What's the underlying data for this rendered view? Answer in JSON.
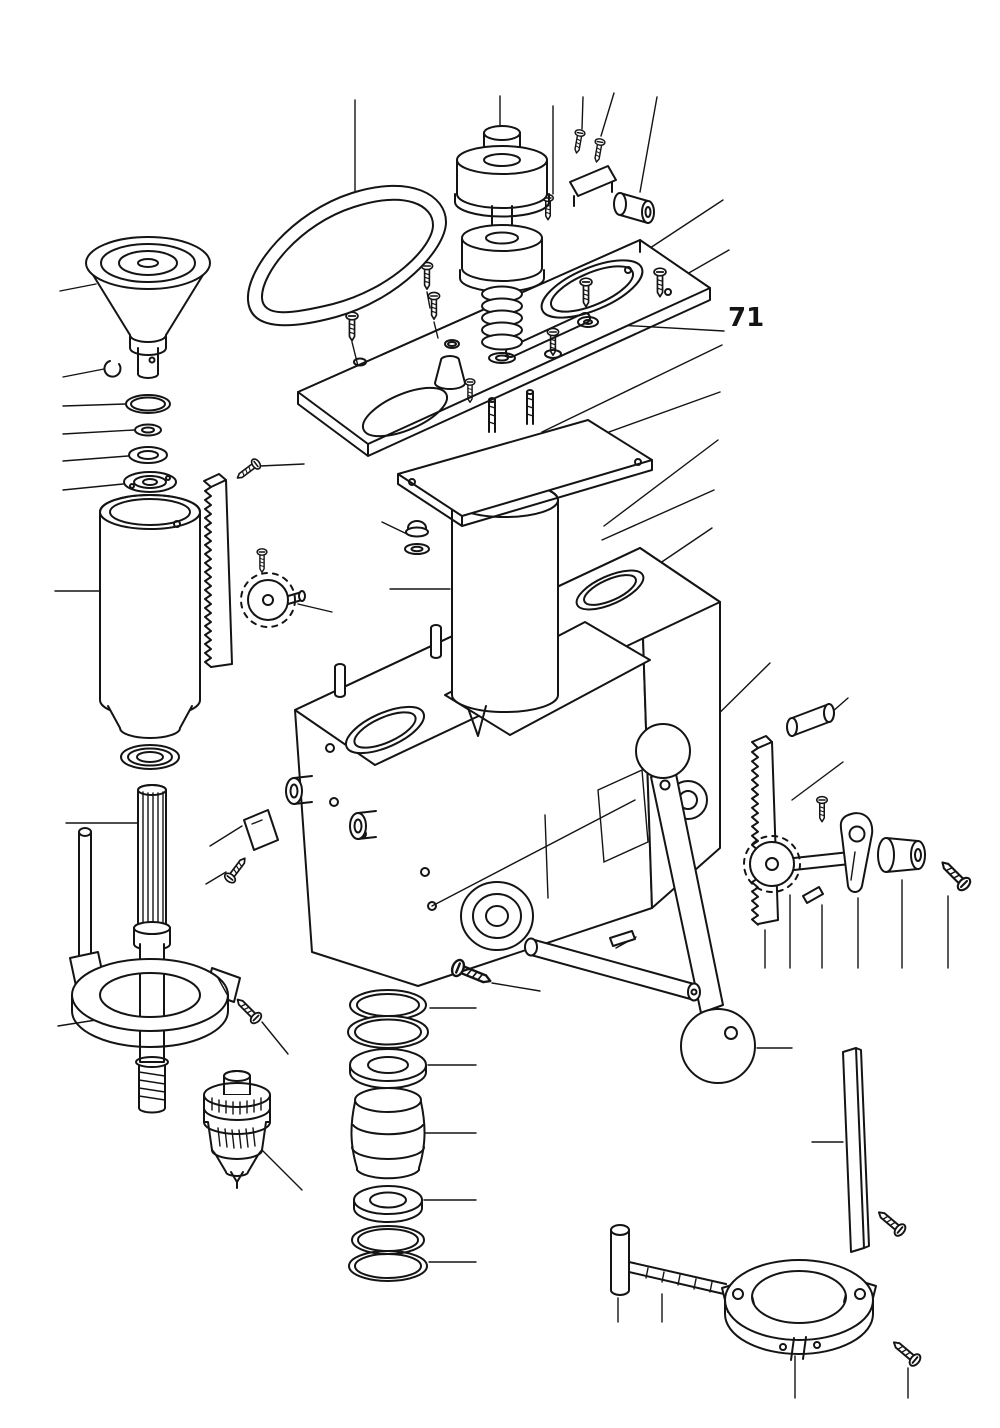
{
  "figure": {
    "callout_71": "71",
    "ink": "#141414",
    "paper": "#ffffff"
  },
  "parts": [
    "drive-belt",
    "spindle-pulley-assembly",
    "return-spring",
    "motor-plate",
    "head-cap-plate",
    "quill-tube",
    "head-casting",
    "cone-pulley",
    "retaining-clip",
    "spacer-rings",
    "quill-sleeve",
    "sleeve-bearing",
    "splined-spindle",
    "column-clamp",
    "drill-chuck",
    "bearing-stack",
    "feed-handle-assembly",
    "drift-bar",
    "rack-strip-left",
    "pinion-gear-left",
    "rack-strip-right",
    "pinion-gear-right",
    "cam-lever",
    "shaft-bushing",
    "clamp-block",
    "spacer-bushing",
    "table-clamp-collar",
    "t-handle-bolt",
    "clamp-bar",
    "fastener-screws"
  ]
}
